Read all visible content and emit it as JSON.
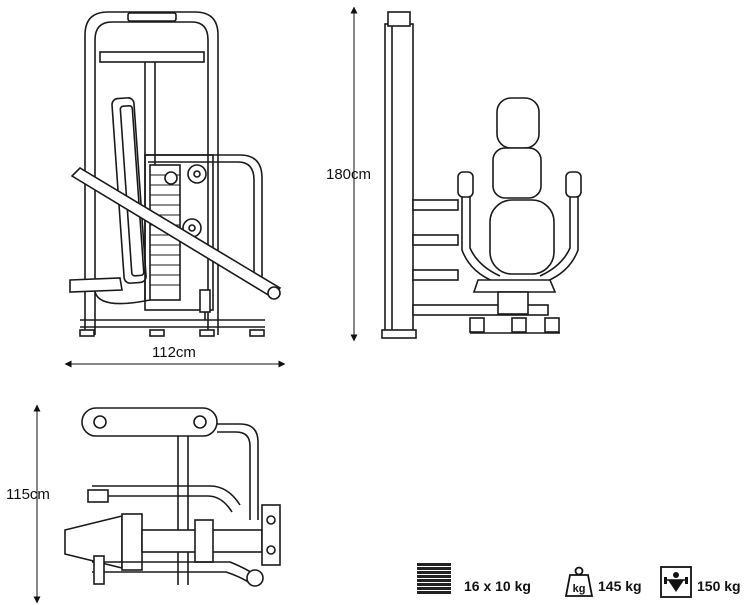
{
  "dimensions": {
    "width": "112cm",
    "height": "180cm",
    "depth": "115cm"
  },
  "specs": [
    {
      "icon": "weight-stack-icon",
      "label": "16 x 10 kg"
    },
    {
      "icon": "kg-weight-icon",
      "label": "145 kg"
    },
    {
      "icon": "max-load-icon",
      "label": "150 kg"
    }
  ],
  "colors": {
    "line": "#1a1a1a",
    "fill": "#ffffff"
  }
}
